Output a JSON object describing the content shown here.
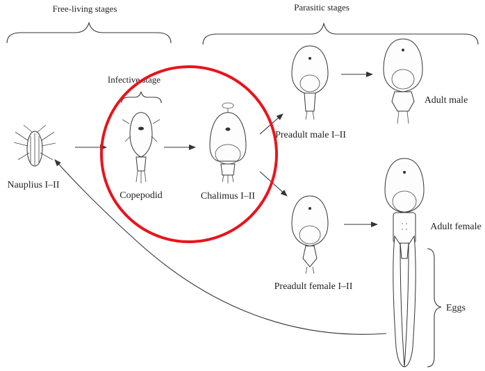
{
  "headers": {
    "free_living": "Free-living stages",
    "parasitic": "Parasitic stages",
    "infective": "Infective stage"
  },
  "stages": {
    "nauplius": "Nauplius I–II",
    "copepodid": "Copepodid",
    "chalimus": "Chalimus I–II",
    "preadult_male": "Preadult male I–II",
    "adult_male": "Adult male",
    "preadult_female": "Preadult female I–II",
    "adult_female": "Adult female",
    "eggs": "Eggs"
  },
  "colors": {
    "highlight_circle": "#e8141b",
    "line": "#333333"
  }
}
